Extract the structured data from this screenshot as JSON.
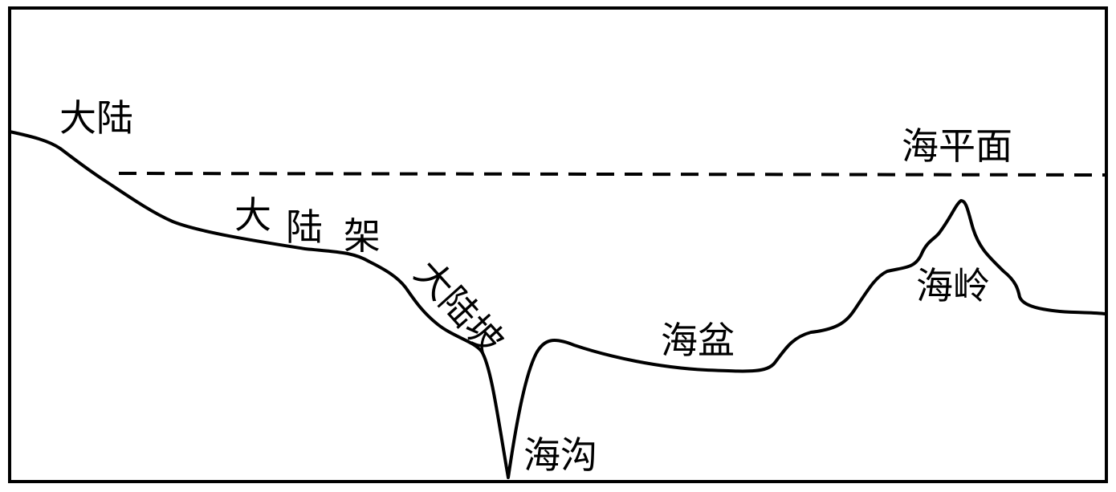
{
  "labels": {
    "continent": "大陆",
    "sea_level": "海平面",
    "shelf_1": "大",
    "shelf_2": "陆",
    "shelf_3": "架",
    "slope": "大陆坡",
    "basin": "海盆",
    "ridge": "海岭",
    "trench": "海沟"
  }
}
